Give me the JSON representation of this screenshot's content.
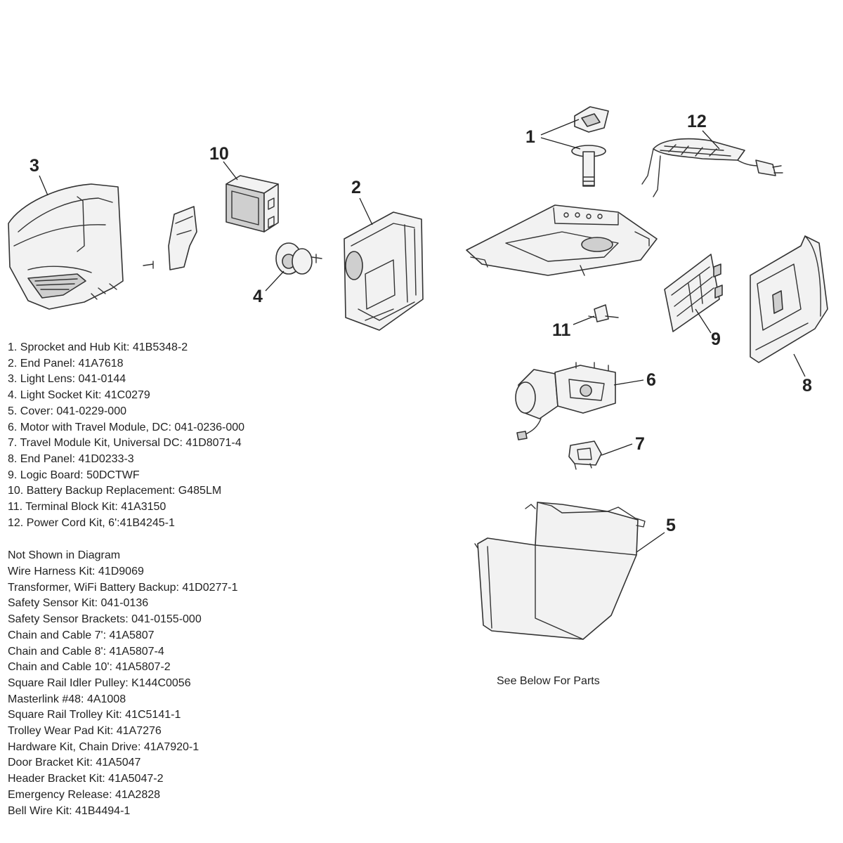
{
  "callouts": {
    "c1": "1",
    "c2": "2",
    "c3": "3",
    "c4": "4",
    "c5": "5",
    "c6": "6",
    "c7": "7",
    "c8": "8",
    "c9": "9",
    "c10": "10",
    "c11": "11",
    "c12": "12"
  },
  "parts": [
    "1. Sprocket and Hub Kit: 41B5348-2",
    "2. End Panel: 41A7618",
    "3. Light Lens: 041-0144",
    "4. Light Socket Kit: 41C0279",
    "5. Cover: 041-0229-000",
    "6. Motor with Travel Module, DC: 041-0236-000",
    "7. Travel Module Kit, Universal DC: 41D8071-4",
    "8. End Panel: 41D0233-3",
    "9. Logic Board: 50DCTWF",
    "10. Battery Backup Replacement: G485LM",
    "11. Terminal Block Kit: 41A3150",
    "12. Power Cord Kit, 6':41B4245-1"
  ],
  "not_shown": {
    "heading": "Not Shown in Diagram",
    "items": [
      "Wire Harness Kit: 41D9069",
      "Transformer, WiFi Battery Backup: 41D0277-1",
      "Safety Sensor Kit: 041-0136",
      "Safety Sensor Brackets: 041-0155-000",
      "Chain and Cable 7': 41A5807",
      "Chain and Cable 8': 41A5807-4",
      "Chain and Cable 10': 41A5807-2",
      "Square Rail Idler Pulley: K144C0056",
      "Masterlink #48: 4A1008",
      "Square Rail Trolley Kit: 41C5141-1",
      "Trolley Wear Pad Kit: 41A7276",
      "Hardware Kit, Chain Drive: 41A7920-1",
      "Door Bracket Kit: 41A5047",
      "Header Bracket Kit: 41A5047-2",
      "Emergency Release: 41A2828",
      "Bell Wire Kit: 41B4494-1"
    ]
  },
  "see_below": "See Below For Parts"
}
